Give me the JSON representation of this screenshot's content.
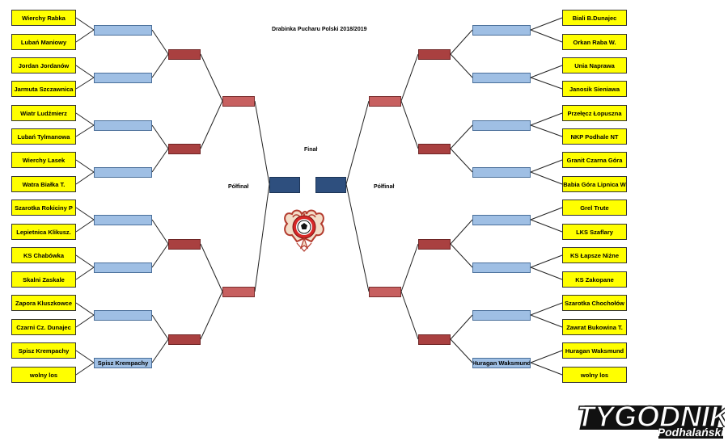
{
  "title": "Drabinka Pucharu Polski 2018/2019",
  "labels": {
    "final": "Finał",
    "semi_left": "Półfinał",
    "semi_right": "Półfinał"
  },
  "left": {
    "round1": [
      "Wierchy Rabka",
      "Lubań Maniowy",
      "Jordan Jordanów",
      "Jarmuta Szczawnica",
      "Wiatr Ludźmierz",
      "Lubań Tylmanowa",
      "Wierchy Lasek",
      "Watra Białka T.",
      "Szarotka Rokiciny P",
      "Lepietnica Klikusz.",
      "KS Chabówka",
      "Skalni Zaskale",
      "Zapora Kluszkowce",
      "Czarni Cz. Dunajec",
      "Spisz Krempachy",
      "wolny los"
    ],
    "round2": [
      "",
      "",
      "",
      "",
      "",
      "",
      "",
      "Spisz Krempachy"
    ]
  },
  "right": {
    "round1": [
      "Biali B.Dunajec",
      "Orkan Raba W.",
      "Unia Naprawa",
      "Janosik Sieniawa",
      "Przełęcz Łopuszna",
      "NKP Podhale NT",
      "Granit Czarna Góra",
      "Babia Góra Lipnica W",
      "Grel Trute",
      "LKS Szaflary",
      "KS Łapsze Niżne",
      "KS Zakopane",
      "Szarotka Chochołów",
      "Zawrat Bukowina T.",
      "Huragan Waksmund",
      "wolny los"
    ],
    "round2": [
      "",
      "",
      "",
      "",
      "",
      "",
      "",
      "Huragan Waksmund"
    ]
  },
  "watermark": {
    "main": "TYGODNIK",
    "sub": "Podhalański"
  },
  "colors": {
    "team": "#ffff00",
    "round2": "#9fbfe4",
    "round3": "#a94040",
    "semifinal": "#c76060",
    "final": "#2e4f7e",
    "lines": "#222222"
  }
}
